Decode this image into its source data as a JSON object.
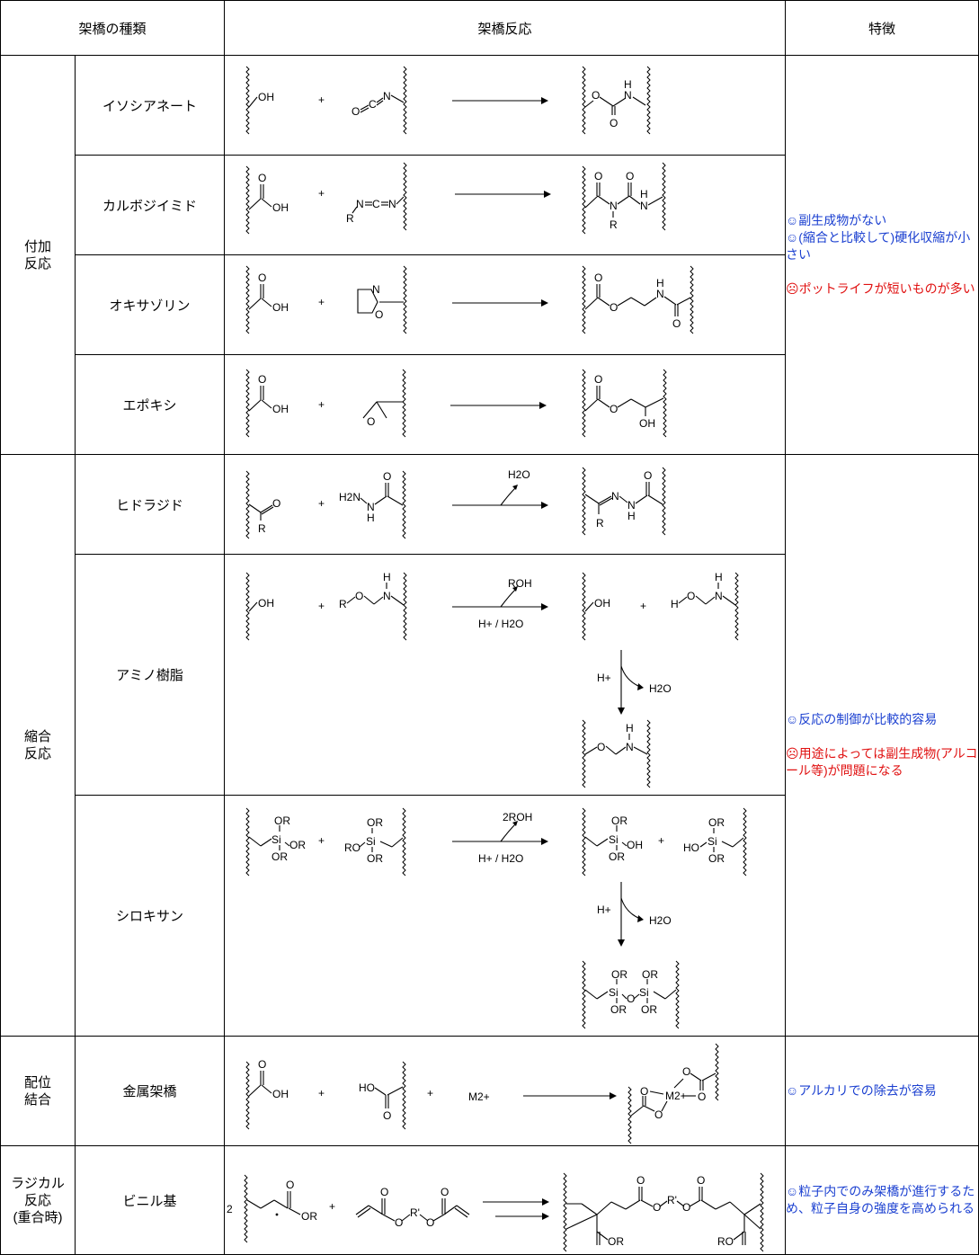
{
  "header": {
    "type_label": "架橋の種類",
    "reaction_label": "架橋反応",
    "feature_label": "特徴"
  },
  "categories": {
    "addition": [
      "付加",
      "反応"
    ],
    "condensation": [
      "縮合",
      "反応"
    ],
    "coordination": [
      "配位",
      "結合"
    ],
    "radical": [
      "ラジカル",
      "反応",
      "(重合時)"
    ]
  },
  "rows": [
    {
      "name": "イソシアネート"
    },
    {
      "name": "カルボジイミド"
    },
    {
      "name": "オキサゾリン"
    },
    {
      "name": "エポキシ"
    },
    {
      "name": "ヒドラジド"
    },
    {
      "name": "アミノ樹脂"
    },
    {
      "name": "シロキサン"
    },
    {
      "name": "金属架橋"
    },
    {
      "name": "ビニル基"
    }
  ],
  "features": {
    "addition": {
      "pros": [
        "☺副生成物がない",
        "☺(縮合と比較して)硬化収縮が小さい"
      ],
      "cons": [
        "☹ポットライフが短いものが多い"
      ]
    },
    "condensation": {
      "pros": [
        "☺反応の制御が比較的容易"
      ],
      "cons": [
        "☹用途によっては副生成物(アルコール等)が問題になる"
      ]
    },
    "coordination": {
      "pros": [
        "☺アルカリでの除去が容易"
      ]
    },
    "radical": {
      "pros": [
        "☺粒子内でのみ架橋が進行するため、粒子自身の強度を高められる"
      ]
    }
  },
  "chem_labels": {
    "oh": "OH",
    "ho": "HO",
    "h": "H",
    "o": "O",
    "n": "N",
    "c": "C",
    "r": "R",
    "plus": "+",
    "h2o": "H2O",
    "roh": "ROH",
    "two_roh": "2ROH",
    "acid_cond": "H+ / H2O",
    "h_plus": "H+",
    "si": "Si",
    "or": "OR",
    "ro": "RO",
    "m2": "M2+",
    "r_prime": "R'",
    "h2n": "H2N",
    "coef": "2"
  }
}
